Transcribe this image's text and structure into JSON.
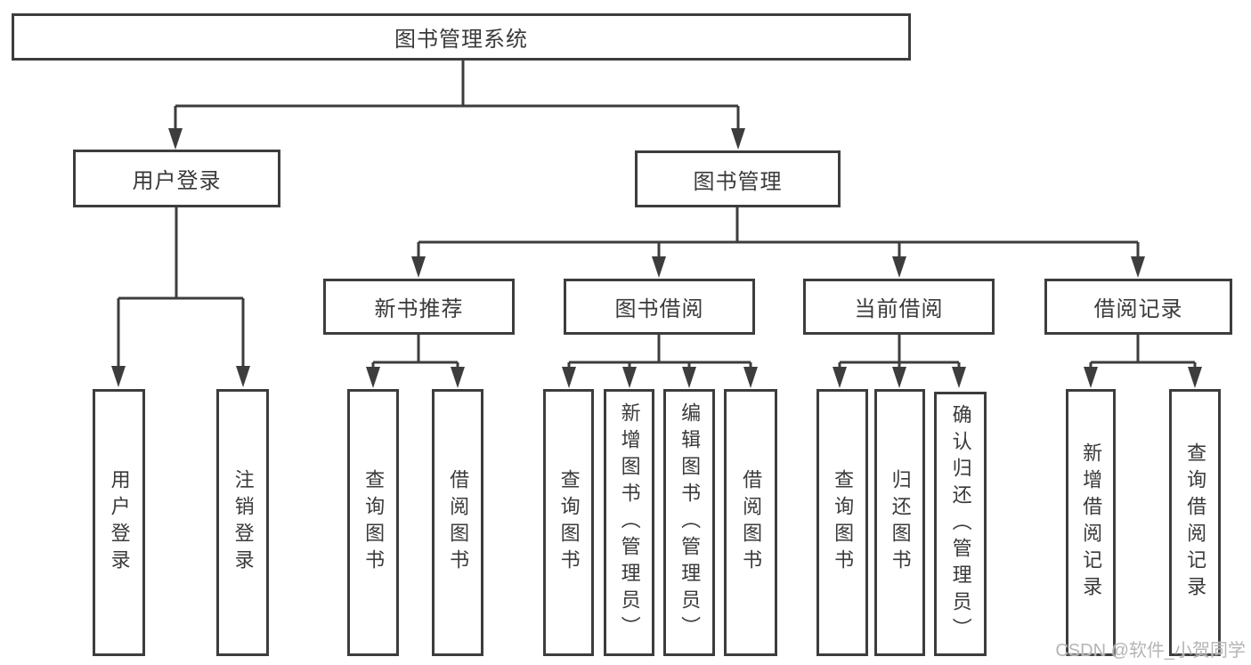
{
  "diagram": {
    "root": {
      "label": "图书管理系统"
    },
    "level2": [
      {
        "label": "用户登录",
        "children": [
          {
            "label": "用户登录"
          },
          {
            "label": "注销登录"
          }
        ]
      },
      {
        "label": "图书管理",
        "children": [
          {
            "label": "新书推荐",
            "children": [
              {
                "label": "查询图书"
              },
              {
                "label": "借阅图书"
              }
            ]
          },
          {
            "label": "图书借阅",
            "children": [
              {
                "label": "查询图书"
              },
              {
                "label": "新增图书（管理员）"
              },
              {
                "label": "编辑图书（管理员）"
              },
              {
                "label": "借阅图书"
              }
            ]
          },
          {
            "label": "当前借阅",
            "children": [
              {
                "label": "查询图书"
              },
              {
                "label": "归还图书"
              },
              {
                "label": "确认归还（管理员）"
              }
            ]
          },
          {
            "label": "借阅记录",
            "children": [
              {
                "label": "新增借阅记录"
              },
              {
                "label": "查询借阅记录"
              }
            ]
          }
        ]
      }
    ]
  },
  "watermark": "CSDN @软件_小贺同学",
  "colors": {
    "line": "#3d3d3d",
    "text": "#3a3a3a",
    "watermark": "#b5b5b5",
    "background": "#ffffff"
  }
}
